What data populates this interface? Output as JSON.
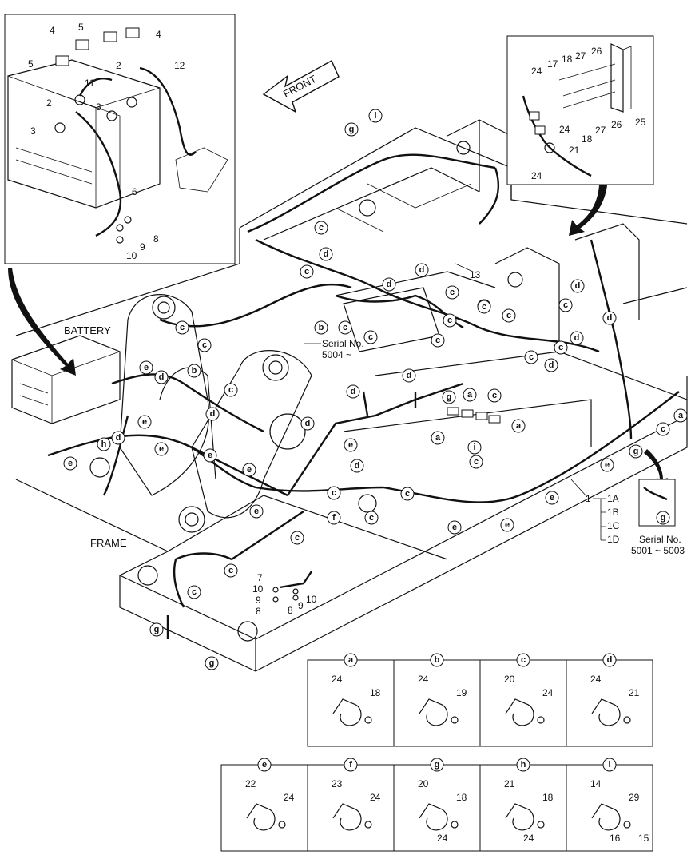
{
  "front_label": "FRONT",
  "battery_label": "BATTERY",
  "frame_label": "FRAME",
  "serial_upper": {
    "line1": "Serial No.",
    "line2": "5004 ~"
  },
  "serial_lower": {
    "line1": "Serial No.",
    "line2": "5001 ~ 5003"
  },
  "harness_variants": [
    "1A",
    "1B",
    "1C",
    "1D"
  ],
  "harness_number": "1",
  "battery_inset_parts": [
    "4",
    "5",
    "4",
    "5",
    "11",
    "2",
    "12",
    "2",
    "3",
    "3",
    "6",
    "8",
    "9",
    "10"
  ],
  "connector_inset_parts": [
    "24",
    "17",
    "18",
    "27",
    "26",
    "25",
    "18",
    "24",
    "27",
    "26",
    "21",
    "24"
  ],
  "frame_parts": [
    "13",
    "7",
    "10",
    "9",
    "8",
    "10",
    "9",
    "8"
  ],
  "clip_details": [
    {
      "letter": "a",
      "parts": [
        "24",
        "18"
      ]
    },
    {
      "letter": "b",
      "parts": [
        "24",
        "19"
      ]
    },
    {
      "letter": "c",
      "parts": [
        "20",
        "24"
      ]
    },
    {
      "letter": "d",
      "parts": [
        "24",
        "21"
      ]
    },
    {
      "letter": "e",
      "parts": [
        "22",
        "24"
      ]
    },
    {
      "letter": "f",
      "parts": [
        "23",
        "24"
      ]
    },
    {
      "letter": "g",
      "parts": [
        "20",
        "18",
        "24"
      ]
    },
    {
      "letter": "h",
      "parts": [
        "21",
        "18",
        "24"
      ]
    },
    {
      "letter": "i",
      "parts": [
        "14",
        "29",
        "16",
        "15"
      ]
    }
  ],
  "callouts": {
    "c": "c",
    "d": "d",
    "e": "e",
    "b": "b",
    "g": "g",
    "i": "i",
    "a": "a",
    "f": "f",
    "h": "h"
  }
}
